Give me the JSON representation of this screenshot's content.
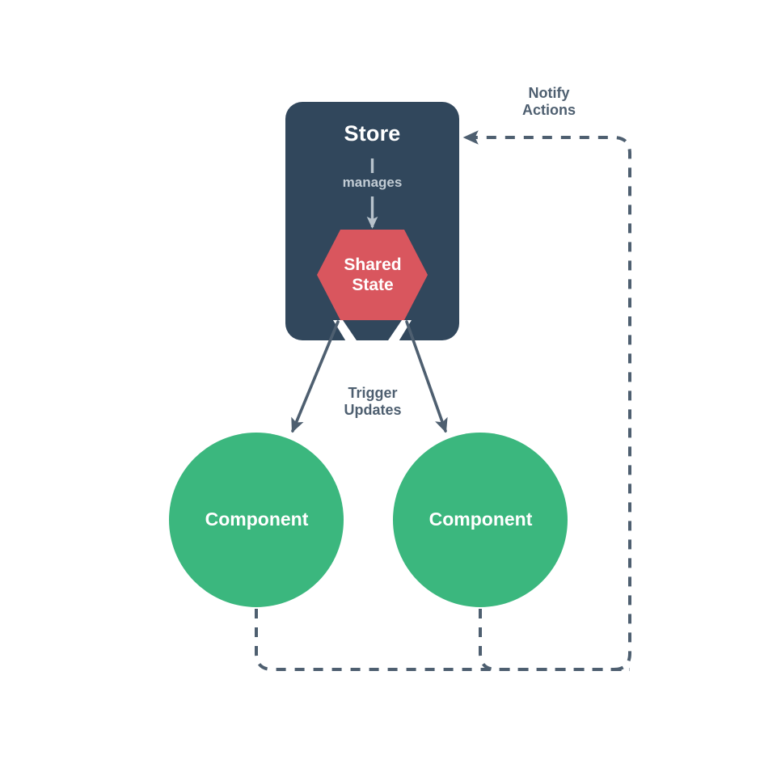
{
  "diagram": {
    "title": "Store / Shared State / Components flow",
    "background_color": "#ffffff",
    "store": {
      "label": "Store",
      "fill_color": "#31475c",
      "text_color": "#ffffff"
    },
    "manages": {
      "label": "manages",
      "text_color": "#c2ccd4"
    },
    "shared_state": {
      "label": "Shared\nState",
      "fill_color": "#d9565e",
      "text_color": "#ffffff",
      "shape": "hexagon"
    },
    "components": [
      {
        "label": "Component",
        "fill_color": "#3bb77e",
        "text_color": "#ffffff",
        "shape": "circle"
      },
      {
        "label": "Component",
        "fill_color": "#3bb77e",
        "text_color": "#ffffff",
        "shape": "circle"
      }
    ],
    "edges": [
      {
        "name": "trigger-updates",
        "label": "Trigger\nUpdates",
        "style": "solid",
        "color": "#4e5f70",
        "from": "shared-state",
        "to": "components"
      },
      {
        "name": "notify-actions",
        "label": "Notify\nActions",
        "style": "dashed",
        "color": "#4e5f70",
        "from": "components",
        "to": "store"
      }
    ]
  }
}
